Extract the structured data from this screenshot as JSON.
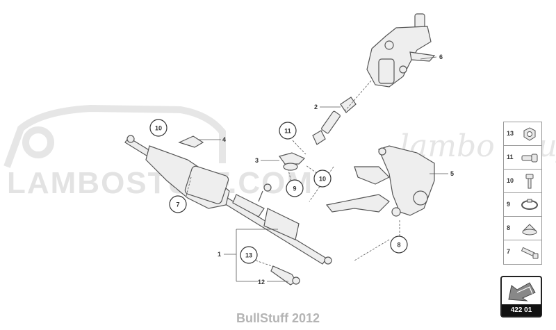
{
  "watermark": {
    "main": "LAMBOSTUFF.COM",
    "script": "lambo Stuff"
  },
  "parts": {
    "p1": "1",
    "p2": "2",
    "p3": "3",
    "p4": "4",
    "p5": "5",
    "p6": "6",
    "p12": "12"
  },
  "callouts": {
    "c7": "7",
    "c8": "8",
    "c9": "9",
    "c10a": "10",
    "c10b": "10",
    "c11": "11",
    "c13": "13"
  },
  "legend": [
    {
      "number": "13",
      "icon": "nut-icon"
    },
    {
      "number": "11",
      "icon": "sleeve-icon"
    },
    {
      "number": "10",
      "icon": "bolt-icon"
    },
    {
      "number": "9",
      "icon": "clamp-icon"
    },
    {
      "number": "8",
      "icon": "grommet-icon"
    },
    {
      "number": "7",
      "icon": "screw-icon"
    }
  ],
  "navigation": {
    "code": "422 01",
    "icon": "back-arrow-icon"
  },
  "footer": {
    "credit": "BullStuff 2012"
  },
  "colors": {
    "line": "#555555",
    "part_fill": "#eeeeee",
    "watermark": "#e3e3e3",
    "footer": "#b4b4b4"
  }
}
